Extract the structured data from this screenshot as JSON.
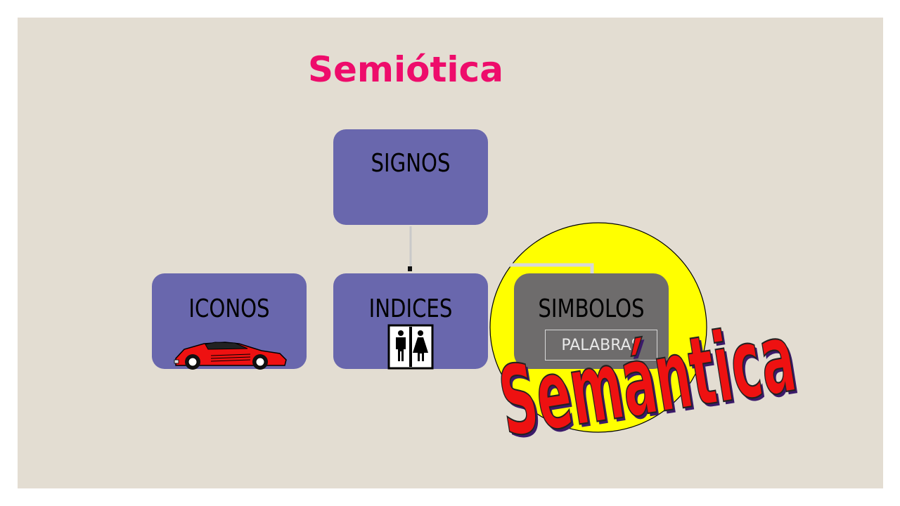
{
  "title": "Semiótica",
  "nodes": {
    "signos": "SIGNOS",
    "iconos": "ICONOS",
    "indices": "INDICES",
    "simbolos": "SIMBOLOS",
    "palabras": "PALABRAS"
  },
  "overlay_word": "Semántica",
  "colors": {
    "background": "#e3ddd2",
    "title": "#ee0c6b",
    "box": "#6967ad",
    "symbol_box": "#6e6c6c",
    "highlight_circle": "#ffff00",
    "overlay_word": "#ee1111"
  },
  "icons": [
    "car-icon",
    "restroom-icon"
  ]
}
